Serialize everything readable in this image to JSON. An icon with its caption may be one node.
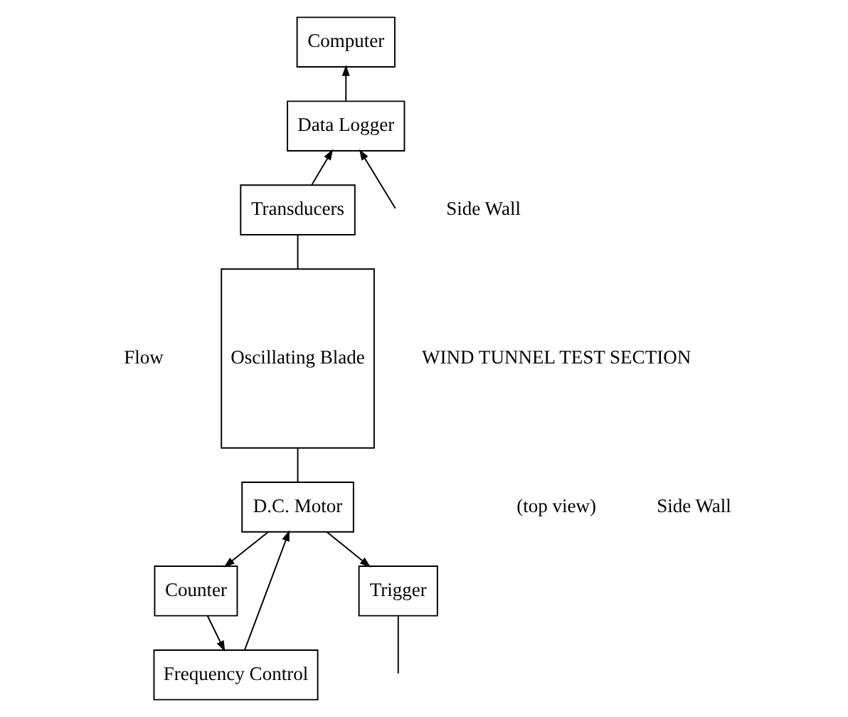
{
  "diagram": {
    "nodes": [
      {
        "text": [
          "Computer"
        ]
      },
      {
        "text": [
          "Data Logger"
        ]
      },
      {
        "text": [
          "Transducers"
        ]
      },
      {
        "text": [
          "Oscillating Blade"
        ]
      },
      {
        "text": [
          "Counter"
        ]
      },
      {
        "text": [
          "Frequency Control"
        ]
      },
      {
        "text": [
          "D.C. Motor"
        ]
      },
      {
        "text": [
          "Trigger"
        ]
      }
    ],
    "edges": [
      {
        "from": 1,
        "to": 0,
        "arrow": "to"
      },
      {
        "from": 2,
        "to": 1,
        "arrow": "to"
      },
      {
        "from": null,
        "to": 1,
        "arrow": "to"
      },
      {
        "from": 2,
        "to": 3,
        "arrow": "none"
      },
      {
        "from": 3,
        "to": 6,
        "arrow": "none"
      },
      {
        "from": 6,
        "to": 4,
        "arrow": "to"
      },
      {
        "from": 6,
        "to": 7,
        "arrow": "to"
      },
      {
        "from": 4,
        "to": 5,
        "arrow": "to"
      },
      {
        "from": 5,
        "to": 6,
        "arrow": "to"
      },
      {
        "from": 7,
        "to": null,
        "arrow": "none"
      }
    ],
    "labels": [
      "Side Wall",
      "Flow",
      "WIND TUNNEL TEST SECTION",
      "(top view)",
      "Side Wall"
    ]
  }
}
